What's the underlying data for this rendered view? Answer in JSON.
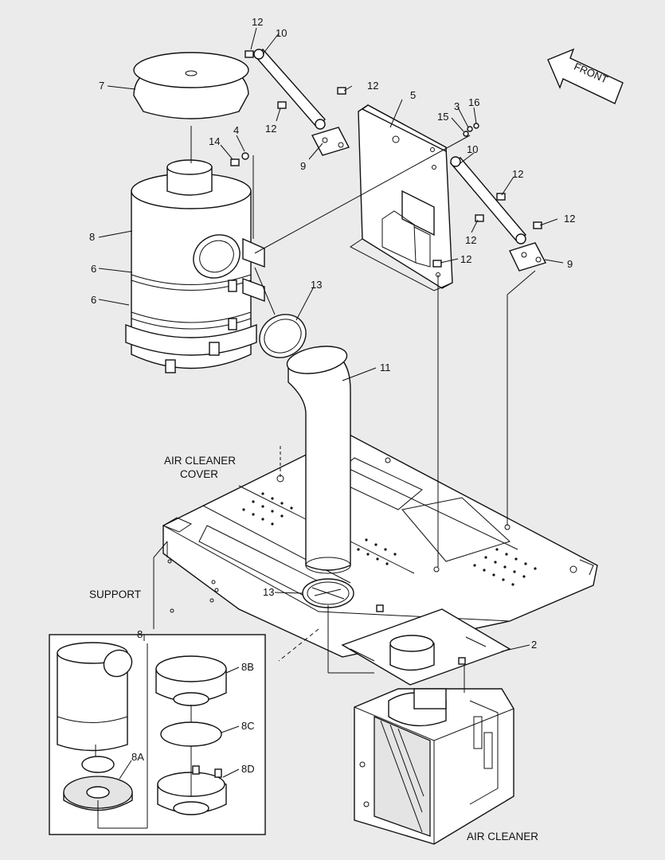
{
  "callouts": {
    "c12a": "12",
    "c10a": "10",
    "c7": "7",
    "c12b": "12",
    "c12c": "12",
    "c5": "5",
    "c3": "3",
    "c16": "16",
    "c15": "15",
    "c4": "4",
    "c14": "14",
    "c9a": "9",
    "c10b": "10",
    "c12d": "12",
    "c8": "8",
    "c6a": "6",
    "c6b": "6",
    "c12e": "12",
    "c12f": "12",
    "c12g": "12",
    "c9b": "9",
    "c13a": "13",
    "c11": "11",
    "c13b": "13",
    "c8box": "8",
    "c8B": "8B",
    "c8C": "8C",
    "c8A": "8A",
    "c8D": "8D",
    "c2": "2"
  },
  "front_label": "FRONT",
  "captions": {
    "cover_line1": "AIR CLEANER",
    "cover_line2": "COVER",
    "support": "SUPPORT",
    "air_cleaner": "AIR CLEANER"
  },
  "colors": {
    "background": "#ebebeb",
    "ink": "#111111",
    "part_fill": "#ffffff"
  }
}
